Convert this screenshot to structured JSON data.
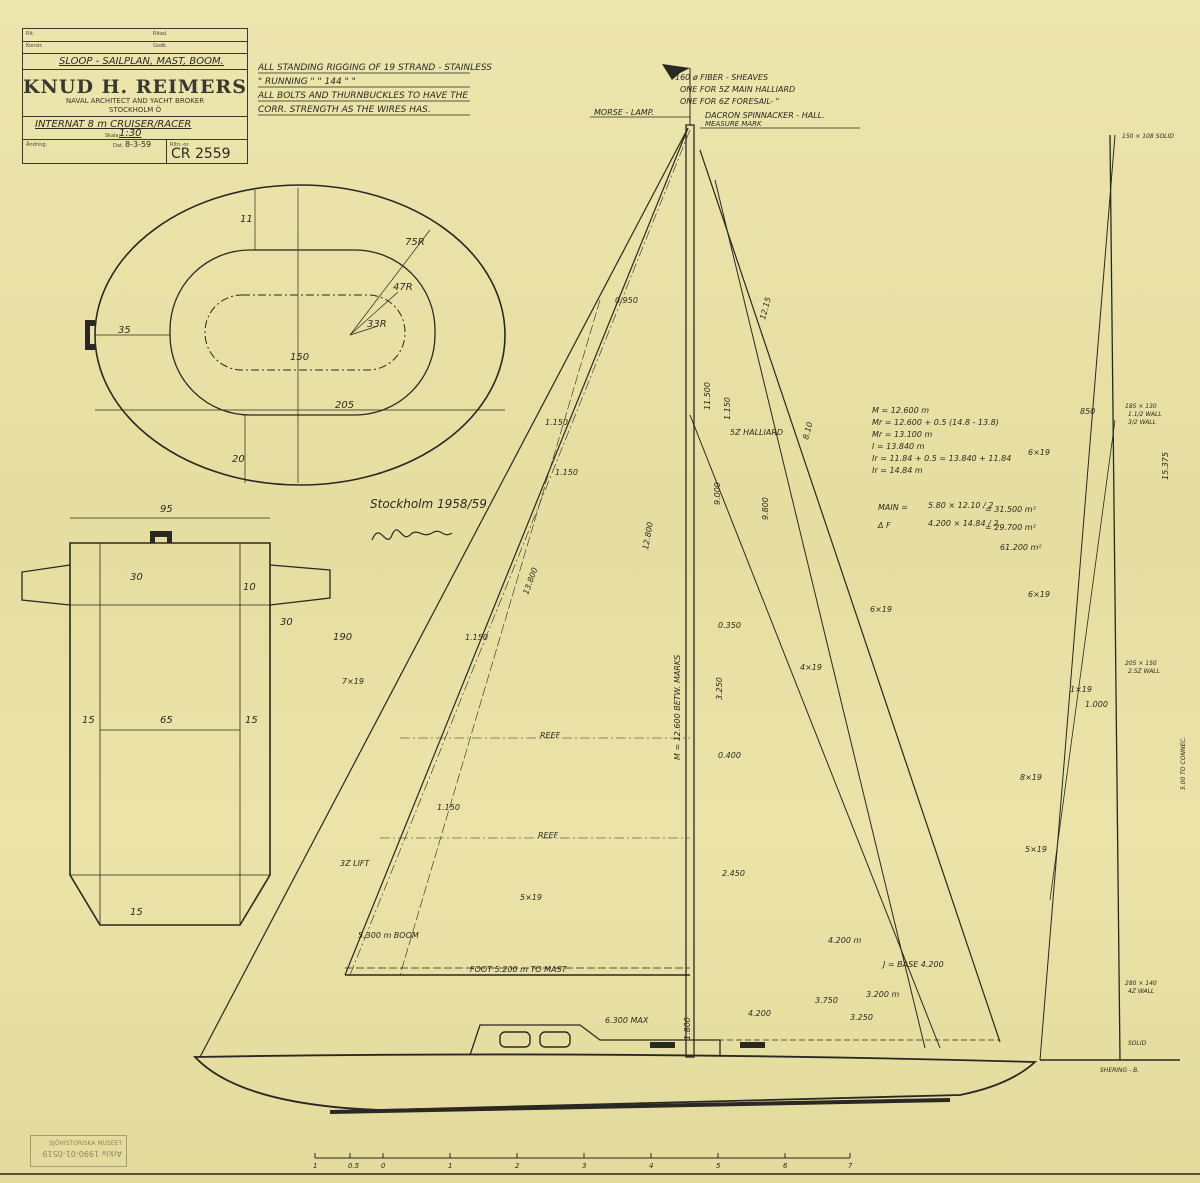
{
  "title_block": {
    "field_rit": "Rit.",
    "field_konstr": "Konstr.",
    "field_ritad": "Ritad.",
    "field_godk": "Godk.",
    "drawing_title": "SLOOP - SAILPLAN, MAST, BOOM.",
    "firm": "KNUD H. REIMERS",
    "firm_sub": "NAVAL ARCHITECT AND YACHT BROKER",
    "firm_city": "STOCKHOLM Ö",
    "boat_class": "INTERNAT 8 m CRUISER/RACER",
    "scale_label": "Skala:",
    "scale": "1:30",
    "andring": "Ändring.",
    "date_label": "Dat.",
    "date": "8-3-59",
    "ritn_label": "Ritn.-nr.",
    "drawing_no": "CR 2559"
  },
  "notes": [
    "ALL STANDING RIGGING OF 19 STRAND - STAINLESS",
    "\" RUNNING \" \" 144 \" \"",
    "ALL BOLTS AND THURNBUCKLES TO HAVE THE",
    "CORR. STRENGTH AS THE WIRES HAS."
  ],
  "masthead_notes": [
    "160 ø FIBER - SHEAVES",
    "ONE FOR 5Z MAIN HALLIARD",
    "ONE FOR 6Z FORESAIL- \"",
    "DACRON SPINNACKER - HALL.",
    "MEASURE MARK",
    "MORSE - LAMP."
  ],
  "mast_section": {
    "dims": [
      "11",
      "75R",
      "47R",
      "33R",
      "35",
      "150",
      "205",
      "20"
    ]
  },
  "boom_section": {
    "dims": [
      "95",
      "30",
      "10",
      "30",
      "190",
      "15",
      "65",
      "15",
      "15"
    ]
  },
  "signature_note": "Stockholm 1958/59",
  "sail_calcs": {
    "lines": [
      "M = 12.600 m",
      "Mr = 12.600 + 0.5 (14.8 - 13.8)",
      "Mr = 13.100 m",
      "I = 13.840 m",
      "Ir = 11.84 + 0.5 = 13.840 + 11.84",
      "Ir = 14.84 m"
    ],
    "main_label": "MAIN =",
    "main_formula": "5.80 × 12.10 / 2",
    "main_result": "= 31.500 m²",
    "fore_label": "Δ F",
    "fore_formula": "4.200 × 14.84 / 2",
    "fore_result": "= 29.700 m²",
    "total": "61.200 m²"
  },
  "rig_labels": {
    "stays": [
      "7×19",
      "6×19",
      "4×19",
      "5×19",
      "8×19",
      "6×19",
      "6×19",
      "5×19",
      "1×19"
    ],
    "halliard": "5Z HALLIARD",
    "reef1": "REEF",
    "reef2": "REEF",
    "lift": "3Z LIFT",
    "boom": "5.300 m BOOM",
    "foot": "FOOT 5.200 m TO MAST",
    "j_base": "J = BASE 4.200",
    "max": "6.300 MAX",
    "mast_label": "M = 12.600 BETW. MARKS",
    "battens": [
      "0.950",
      "1.150",
      "1.150",
      "1.150",
      "1.150"
    ],
    "dims": [
      "12.800",
      "13.800",
      "11.500",
      "9.000",
      "9.800",
      "1.150",
      "0.350",
      "0.400",
      "2.450",
      "3.250",
      "4.200 m",
      "3.750",
      "3.200 m",
      "4.200",
      "3.250",
      "1.800",
      "12.15",
      "8.10",
      "1.000",
      "850",
      "15.375"
    ],
    "right_spar": [
      "150 × 108 SOLID",
      "185 × 130",
      "1.1/2 WALL",
      "3/2 WALL",
      "205 × 150",
      "2.5Z WALL",
      "5.00 TO CONNEC.",
      "280 × 140",
      "4Z WALL",
      "SOLID",
      "SHERING - B."
    ]
  },
  "scale_bar": {
    "ticks": [
      "1",
      "0.5",
      "0",
      "1",
      "2",
      "3",
      "4",
      "5",
      "6",
      "7"
    ]
  },
  "archive_stamp": {
    "line1": "SJÖHISTORISKA MUSEET",
    "line2": "Arkiv 1990-01-0519"
  }
}
